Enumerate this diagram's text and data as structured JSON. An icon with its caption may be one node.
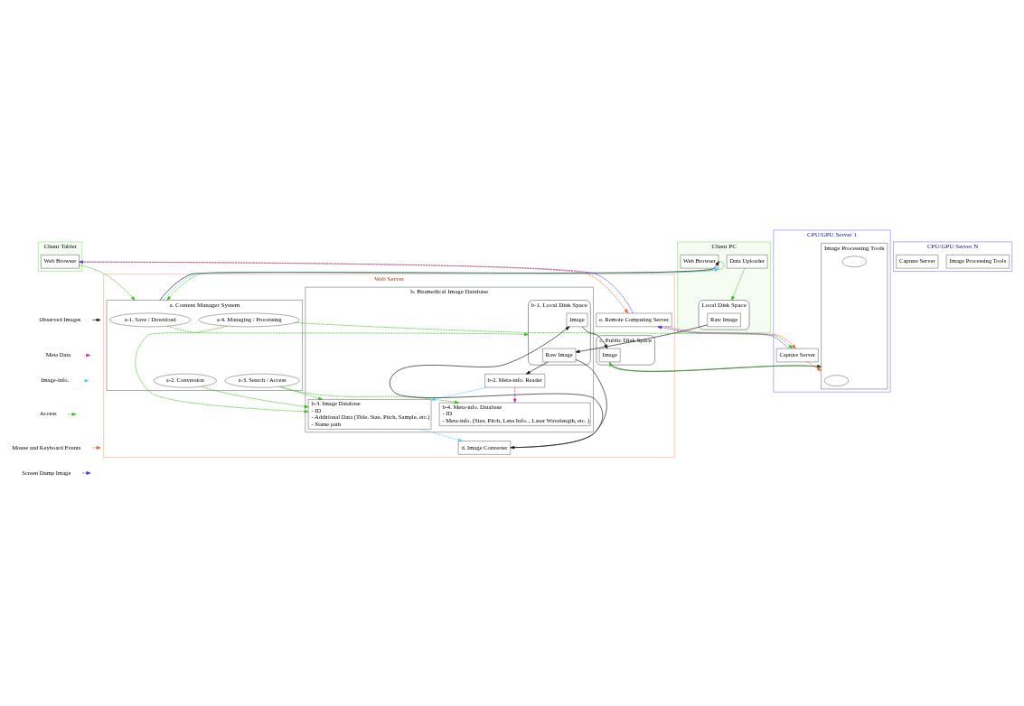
{
  "diagram": {
    "nodes": [
      {
        "text": [
          "Client PC"
        ]
      },
      {
        "text": [
          "Web Browser"
        ],
        "in": 0
      },
      {
        "text": [
          "Data Uploader"
        ],
        "in": 0
      },
      {
        "text": [
          "Local Disk Space"
        ],
        "in": 0
      },
      {
        "text": [
          "Raw Image"
        ],
        "in": 3
      },
      {
        "text": [
          "Web Server"
        ]
      },
      {
        "text": [
          "a. Content Manager System"
        ],
        "in": 5
      },
      {
        "text": [
          "a-1. Save / Download"
        ],
        "in": 6
      },
      {
        "text": [
          "a-2. Conversion"
        ],
        "in": 6
      },
      {
        "text": [
          "a-3. Search / Access"
        ],
        "in": 6
      },
      {
        "text": [
          "a-4. Managing / Processing"
        ],
        "in": 6
      },
      {
        "text": [
          "b. Biomedical Image Database"
        ],
        "in": 5
      },
      {
        "text": [
          "b-1. Local Disk Space"
        ],
        "in": 11
      },
      {
        "text": [
          "Raw Image"
        ],
        "in": 12
      },
      {
        "text": [
          "Image"
        ],
        "in": 12
      },
      {
        "text": [
          "b-2. Meta-info. Reader"
        ],
        "in": 11
      },
      {
        "text": [
          "b-3. Image Database",
          "- ID",
          "- Additional Data (Title, Size, Pitch, Sample, etc.)",
          "- Name path"
        ],
        "in": 11
      },
      {
        "text": [
          "b-4. Meta-info. Database",
          "- ID",
          "- Meta-info. (Size, Pitch, Lens Info. , Laser Wavelength, etc. )"
        ],
        "in": 11
      },
      {
        "text": [
          "c. Public Disk Space"
        ],
        "in": 5
      },
      {
        "text": [
          "Image"
        ],
        "in": 18
      },
      {
        "text": [
          "d. Image Converter"
        ],
        "in": 5
      },
      {
        "text": [
          "e. Remote Computing Server"
        ],
        "in": 5
      },
      {
        "text": [
          "Client Tablet"
        ]
      },
      {
        "text": [
          "Web Browser"
        ],
        "in": 22
      },
      {
        "text": [
          "CPU/GPU Server 1"
        ]
      },
      {
        "text": [
          "Image Processing Tools"
        ],
        "in": 24
      },
      {
        "text": [],
        "shape": "ellipse",
        "in": 25
      },
      {
        "text": [],
        "shape": "ellipse",
        "in": 25
      },
      {
        "text": [
          "Capture Server"
        ],
        "in": 24
      },
      {
        "text": [
          "CPU/GPU Server N"
        ]
      },
      {
        "text": [
          "Image Processing Tools"
        ],
        "in": 29
      },
      {
        "text": [
          "Capture Server"
        ],
        "in": 29
      }
    ],
    "edges": [
      {
        "from": 1,
        "to": 6,
        "arrow": "to",
        "style": "dashed",
        "color": "#33bb11"
      },
      {
        "from": 6,
        "to": 1,
        "arrow": "to",
        "color": "#111111"
      },
      {
        "from": 6,
        "to": 1,
        "arrow": "to",
        "style": "dashed",
        "color": "#44ccff"
      },
      {
        "from": 23,
        "to": 6,
        "arrow": "to",
        "style": "dashed",
        "color": "#33bb11"
      },
      {
        "from": 2,
        "to": 3,
        "arrow": "to",
        "style": "dashed",
        "color": "#33bb11"
      },
      {
        "from": 4,
        "to": 13,
        "arrow": "to",
        "color": "#111111"
      },
      {
        "from": 7,
        "to": 12,
        "arrow": "to",
        "style": "dashed",
        "color": "#33bb11"
      },
      {
        "from": 8,
        "to": 16,
        "arrow": "to",
        "style": "dashed",
        "color": "#33bb11"
      },
      {
        "from": 9,
        "to": 16,
        "arrow": "to",
        "style": "dashed",
        "color": "#33bb11"
      },
      {
        "from": 10,
        "to": 16,
        "arrow": "to",
        "style": "dashed",
        "color": "#33bb11"
      },
      {
        "from": 9,
        "to": 17,
        "arrow": "to",
        "style": "dashed",
        "color": "#33bb11"
      },
      {
        "from": 10,
        "to": 28,
        "arrow": "to",
        "style": "dashed",
        "color": "#33bb11"
      },
      {
        "from": 13,
        "to": 15,
        "arrow": "to",
        "color": "#111111"
      },
      {
        "from": 15,
        "to": 16,
        "arrow": "to",
        "style": "dashed",
        "color": "#44ccff"
      },
      {
        "from": 15,
        "to": 17,
        "arrow": "to",
        "style": "dashed",
        "color": "#dd2299"
      },
      {
        "from": 13,
        "to": 20,
        "arrow": "to",
        "color": "#111111"
      },
      {
        "from": 20,
        "to": 14,
        "arrow": "to",
        "color": "#111111"
      },
      {
        "from": 14,
        "to": 19,
        "arrow": "to",
        "color": "#111111"
      },
      {
        "from": 16,
        "to": 20,
        "arrow": "to",
        "style": "dashed",
        "color": "#44ccff"
      },
      {
        "from": 19,
        "to": 25,
        "arrow": "to",
        "color": "#111111"
      },
      {
        "from": 25,
        "to": 19,
        "arrow": "to",
        "style": "dashed",
        "color": "#33bb11"
      },
      {
        "from": 21,
        "to": 23,
        "arrow": "to",
        "style": "dashed",
        "color": "#4422ee"
      },
      {
        "from": 23,
        "to": 21,
        "arrow": "to",
        "style": "dashed",
        "color": "#ee5522"
      },
      {
        "from": 21,
        "to": 28,
        "arrow": "to",
        "style": "dashed",
        "color": "#ee5522"
      },
      {
        "from": 28,
        "to": 21,
        "arrow": "to",
        "style": "dashed",
        "color": "#4422ee"
      },
      {
        "from": 28,
        "to": 25,
        "arrow": "to",
        "style": "dashed",
        "color": "#ee5522"
      }
    ],
    "legend": [
      {
        "text": "Observed Images"
      },
      {
        "text": "Meta Data"
      },
      {
        "text": "Image-info."
      },
      {
        "text": "Access"
      },
      {
        "text": "Mouse and Keyboard Events"
      },
      {
        "text": "Screen Dump Image"
      }
    ]
  }
}
